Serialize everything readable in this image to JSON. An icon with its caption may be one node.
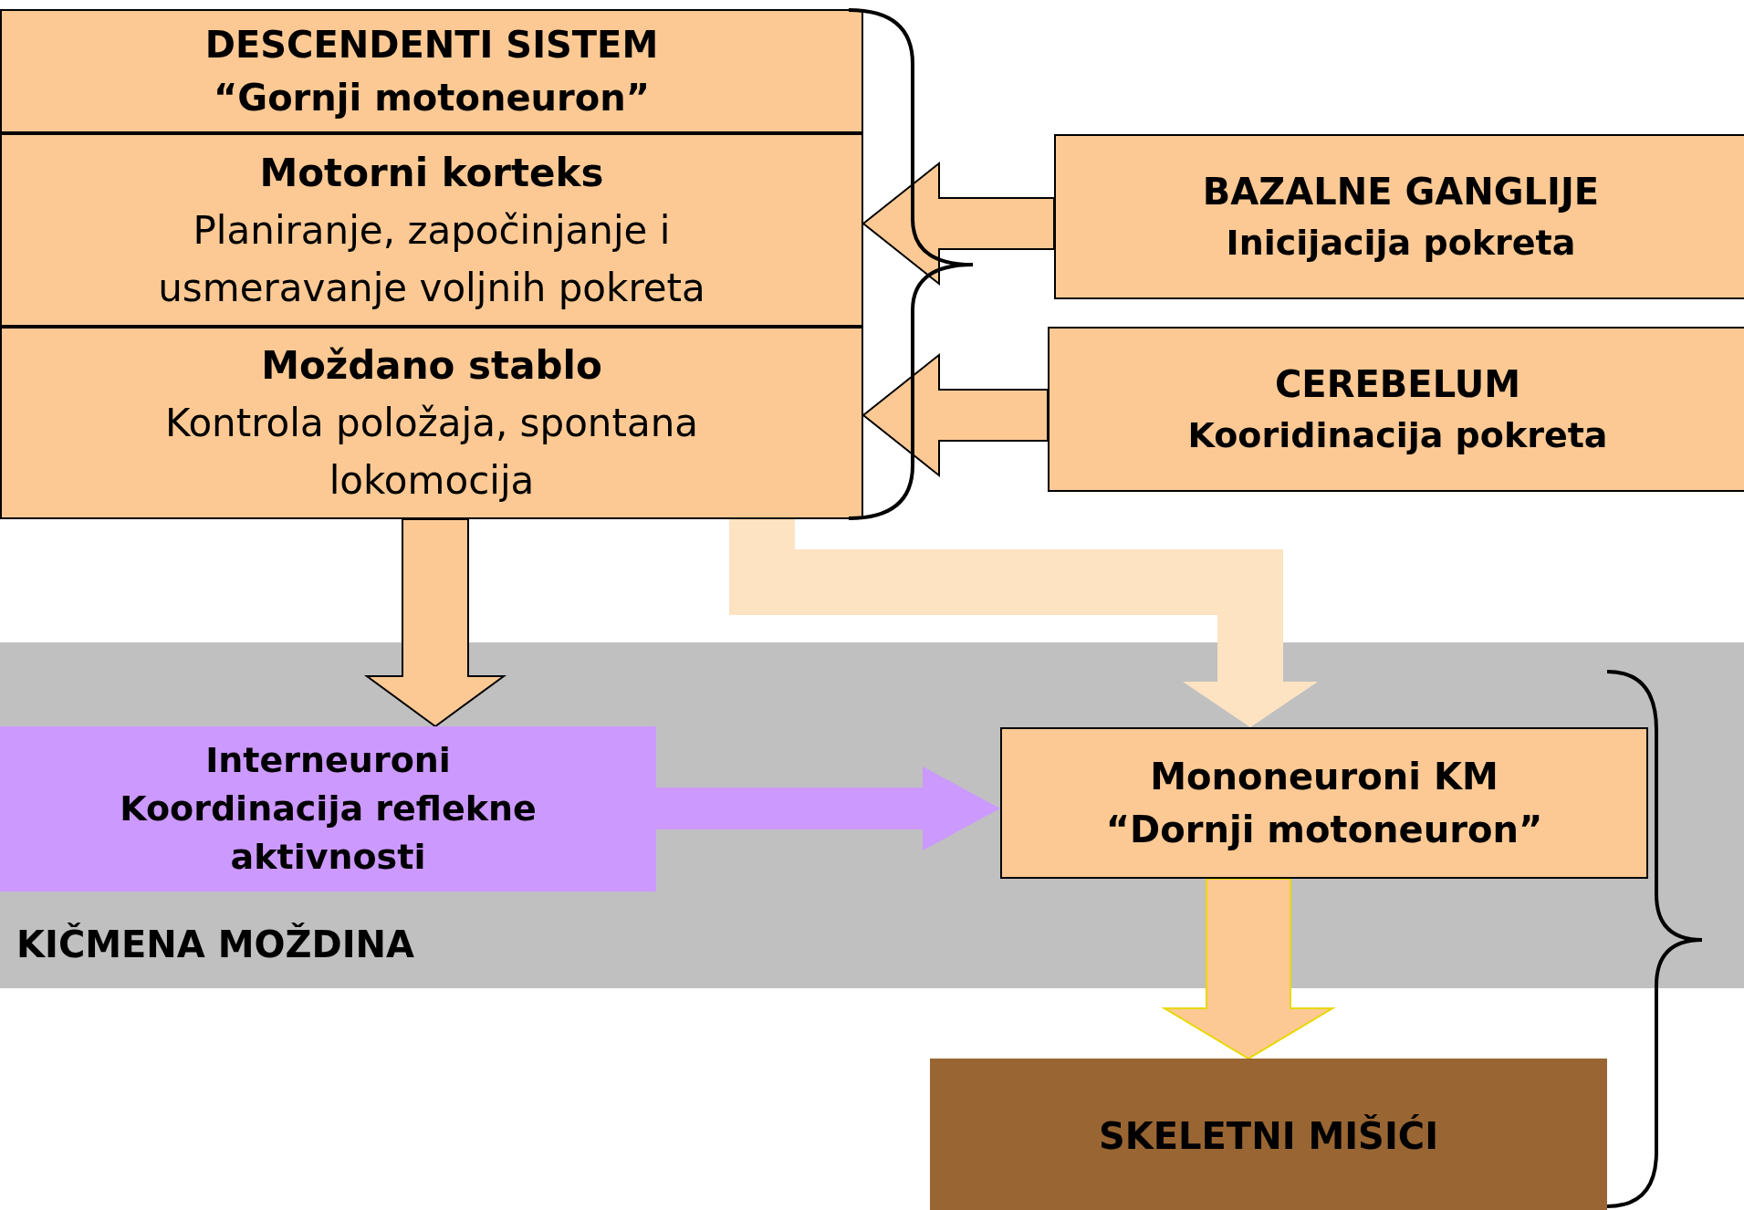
{
  "diagram": {
    "nodes": [
      {
        "text": [
          "DESCENDENTI SISTEM",
          "“Gornji motoneuron”"
        ]
      },
      {
        "text": [
          "Motorni korteks",
          "Planiranje, započinjanje i usmeravanje voljnih pokreta"
        ]
      },
      {
        "text": [
          "Moždano stablo",
          "Kontrola položaja, spontana lokomocija"
        ]
      },
      {
        "text": [
          "BAZALNE GANGLIJE",
          "Inicijacija pokreta"
        ]
      },
      {
        "text": [
          "CEREBELUM",
          "Kooridinacija pokreta"
        ]
      },
      {
        "text": [
          "KIČMENA MOŽDINA"
        ]
      },
      {
        "text": [
          "Interneuroni",
          "Koordinacija reflekne aktivnosti"
        ],
        "in": 5
      },
      {
        "text": [
          "Mononeuroni KM",
          "“Dornji motoneuron”"
        ],
        "in": 5
      },
      {
        "text": [
          "SKELETNI MIŠIĆI"
        ]
      }
    ],
    "edges": [
      {
        "from": 3,
        "to": 1,
        "arrow": "to"
      },
      {
        "from": 4,
        "to": 2,
        "arrow": "to"
      },
      {
        "from": 2,
        "to": 6,
        "arrow": "to"
      },
      {
        "from": 2,
        "to": 7,
        "arrow": "to",
        "color": "#fde3c2"
      },
      {
        "from": 6,
        "to": 7,
        "arrow": "to",
        "color": "#cc99ff"
      },
      {
        "from": 7,
        "to": 8,
        "arrow": "to"
      }
    ]
  }
}
